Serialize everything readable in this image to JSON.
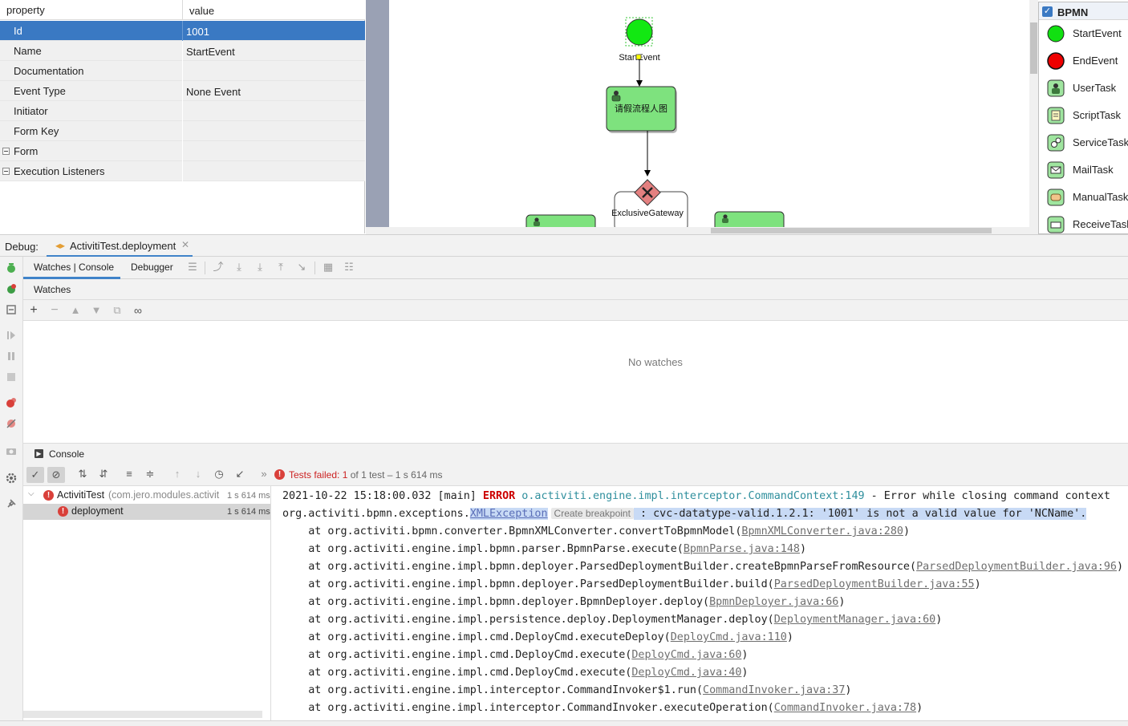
{
  "properties": {
    "header_key": "property",
    "header_value": "value",
    "rows": [
      {
        "key": "Id",
        "value": "1001"
      },
      {
        "key": "Name",
        "value": "StartEvent"
      },
      {
        "key": "Documentation",
        "value": ""
      },
      {
        "key": "Event Type",
        "value": "None Event"
      },
      {
        "key": "Initiator",
        "value": ""
      },
      {
        "key": "Form Key",
        "value": ""
      },
      {
        "key": "Form",
        "value": ""
      },
      {
        "key": "Execution Listeners",
        "value": ""
      }
    ]
  },
  "diagram": {
    "start_label": "StartEvent",
    "task_label": "请假流程人图",
    "gateway_label": "ExclusiveGateway"
  },
  "palette": {
    "title": "BPMN",
    "items": [
      {
        "label": "StartEvent",
        "icon": "start-event-icon"
      },
      {
        "label": "EndEvent",
        "icon": "end-event-icon"
      },
      {
        "label": "UserTask",
        "icon": "user-task-icon"
      },
      {
        "label": "ScriptTask",
        "icon": "script-task-icon"
      },
      {
        "label": "ServiceTask",
        "icon": "service-task-icon"
      },
      {
        "label": "MailTask",
        "icon": "mail-task-icon"
      },
      {
        "label": "ManualTask",
        "icon": "manual-task-icon"
      },
      {
        "label": "ReceiveTask",
        "icon": "receive-task-icon"
      }
    ]
  },
  "debug": {
    "label": "Debug:",
    "session_tab": "ActivitiTest.deployment",
    "tabs": [
      "Watches | Console",
      "Debugger"
    ],
    "watches_title": "Watches",
    "no_watches": "No watches",
    "console_title": "Console"
  },
  "tests": {
    "status_prefix": "Tests failed: ",
    "failed_count": "1",
    "status_suffix": " of 1 test – 1 s 614 ms",
    "suite_name": "ActivitiTest",
    "suite_pkg": "(com.jero.modules.activit",
    "suite_time": "1 s 614 ms",
    "test_name": "deployment",
    "test_time": "1 s 614 ms"
  },
  "console": {
    "line1_ts": "2021-10-22 15:18:00.032 [main] ",
    "line1_level": "ERROR",
    "line1_logger": "o.activiti.engine.impl.interceptor.CommandContext:149",
    "line1_msg": " - Error while closing command context",
    "line2_prefix": "org.activiti.bpmn.exceptions.",
    "line2_exc": "XMLException",
    "line2_bp": "Create breakpoint",
    "line2_msg": " : cvc-datatype-valid.1.2.1: '1001' is not a valid value for 'NCName'.",
    "frames": [
      {
        "call": "    at org.activiti.bpmn.converter.BpmnXMLConverter.convertToBpmnModel(",
        "src": "BpmnXMLConverter.java:280"
      },
      {
        "call": "    at org.activiti.engine.impl.bpmn.parser.BpmnParse.execute(",
        "src": "BpmnParse.java:148"
      },
      {
        "call": "    at org.activiti.engine.impl.bpmn.deployer.ParsedDeploymentBuilder.createBpmnParseFromResource(",
        "src": "ParsedDeploymentBuilder.java:96"
      },
      {
        "call": "    at org.activiti.engine.impl.bpmn.deployer.ParsedDeploymentBuilder.build(",
        "src": "ParsedDeploymentBuilder.java:55"
      },
      {
        "call": "    at org.activiti.engine.impl.bpmn.deployer.BpmnDeployer.deploy(",
        "src": "BpmnDeployer.java:66"
      },
      {
        "call": "    at org.activiti.engine.impl.persistence.deploy.DeploymentManager.deploy(",
        "src": "DeploymentManager.java:60"
      },
      {
        "call": "    at org.activiti.engine.impl.cmd.DeployCmd.executeDeploy(",
        "src": "DeployCmd.java:110"
      },
      {
        "call": "    at org.activiti.engine.impl.cmd.DeployCmd.execute(",
        "src": "DeployCmd.java:60"
      },
      {
        "call": "    at org.activiti.engine.impl.cmd.DeployCmd.execute(",
        "src": "DeployCmd.java:40"
      },
      {
        "call": "    at org.activiti.engine.impl.interceptor.CommandInvoker$1.run(",
        "src": "CommandInvoker.java:37"
      },
      {
        "call": "    at org.activiti.engine.impl.interceptor.CommandInvoker.executeOperation(",
        "src": "CommandInvoker.java:78"
      }
    ]
  },
  "colors": {
    "accent": "#3a79c3",
    "error": "#cc0000",
    "logger": "#2f8f9d",
    "link": "#6e6e6e"
  }
}
